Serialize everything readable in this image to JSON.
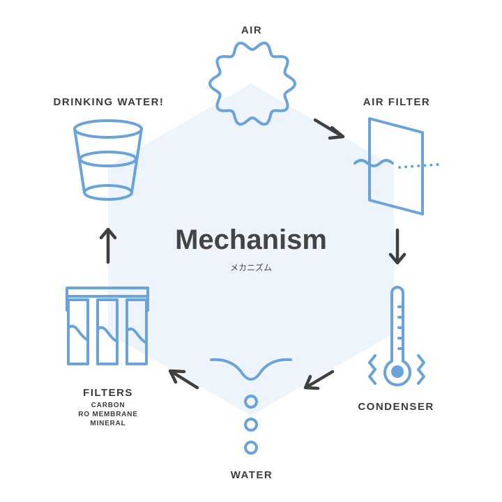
{
  "diagram": {
    "title": "Mechanism",
    "subtitle": "メカニズム",
    "steps": {
      "air": "AIR",
      "air_filter": "AIR FILTER",
      "condenser": "CONDENSER",
      "water": "WATER",
      "filters": "FILTERS",
      "filters_items": [
        "CARBON",
        "RO MEMBRANE",
        "MINERAL"
      ],
      "drinking_water": "DRINKING WATER!"
    }
  },
  "colors": {
    "icon_stroke": "#6aa3d9",
    "hexagon_fill": "#eef4fb",
    "arrow": "#3f3f3f",
    "text": "#3b3b3b"
  },
  "icons": [
    "cloud-icon",
    "air-filter-icon",
    "thermometer-icon",
    "water-drop-icon",
    "filter-cartridges-icon",
    "drinking-glass-icon"
  ]
}
